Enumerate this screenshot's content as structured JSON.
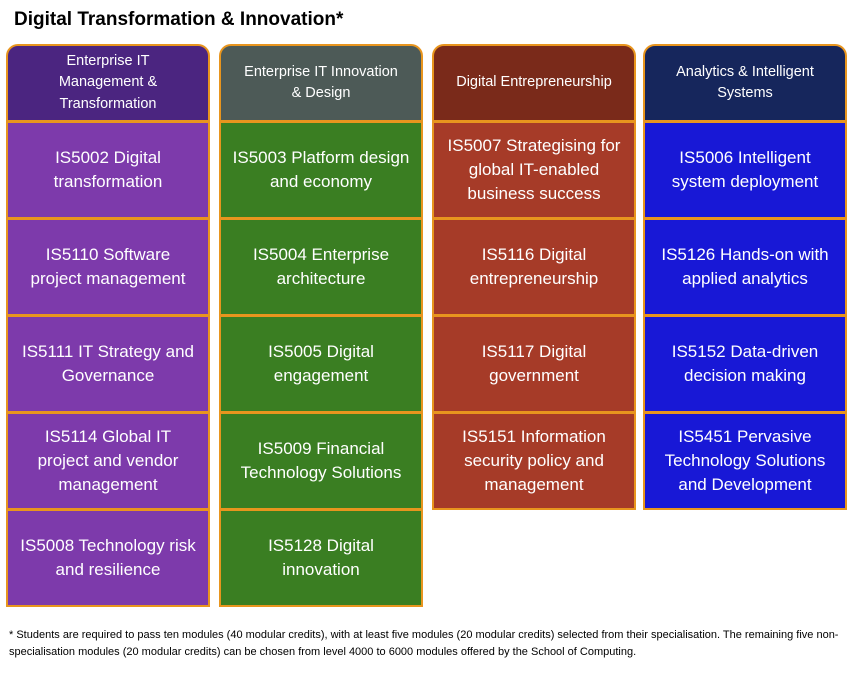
{
  "title": "Digital Transformation & Innovation*",
  "columns": [
    {
      "header": "Enterprise IT Management & Transformation",
      "modules": [
        "IS5002 Digital transformation",
        "IS5110 Software project management",
        "IS5111 IT Strategy and Governance",
        "IS5114 Global IT project and vendor management",
        "IS5008 Technology risk and resilience"
      ]
    },
    {
      "header": "Enterprise IT Innovation & Design",
      "modules": [
        "IS5003 Platform design and economy",
        "IS5004 Enterprise architecture",
        "IS5005 Digital engagement",
        "IS5009 Financial Technology Solutions",
        "IS5128 Digital innovation"
      ]
    },
    {
      "header": "Digital Entrepreneurship",
      "modules": [
        "IS5007 Strategising for global IT-enabled business success",
        "IS5116 Digital entrepreneurship",
        "IS5117 Digital government",
        "IS5151 Information security policy and management"
      ]
    },
    {
      "header": "Analytics & Intelligent Systems",
      "modules": [
        "IS5006 Intelligent system deployment",
        "IS5126 Hands-on with applied analytics",
        "IS5152 Data-driven decision making",
        "IS5451 Pervasive Technology Solutions and Development"
      ]
    }
  ],
  "footnote": "* Students are required to pass ten modules (40 modular credits), with at least five modules (20 modular credits) selected from their specialisation. The remaining five non-specialisation modules (20 modular credits) can be chosen from level 4000 to 6000 modules offered by the School of Computing.",
  "colors": {
    "border": "#e8951e",
    "col1_header": "#4b2580",
    "col1_cell": "#7d3aab",
    "col2_header": "#4d5a57",
    "col2_cell": "#3a7e22",
    "col3_header": "#7a2a1a",
    "col3_cell": "#a63b28",
    "col4_header": "#16265c",
    "col4_cell": "#1818d6"
  }
}
